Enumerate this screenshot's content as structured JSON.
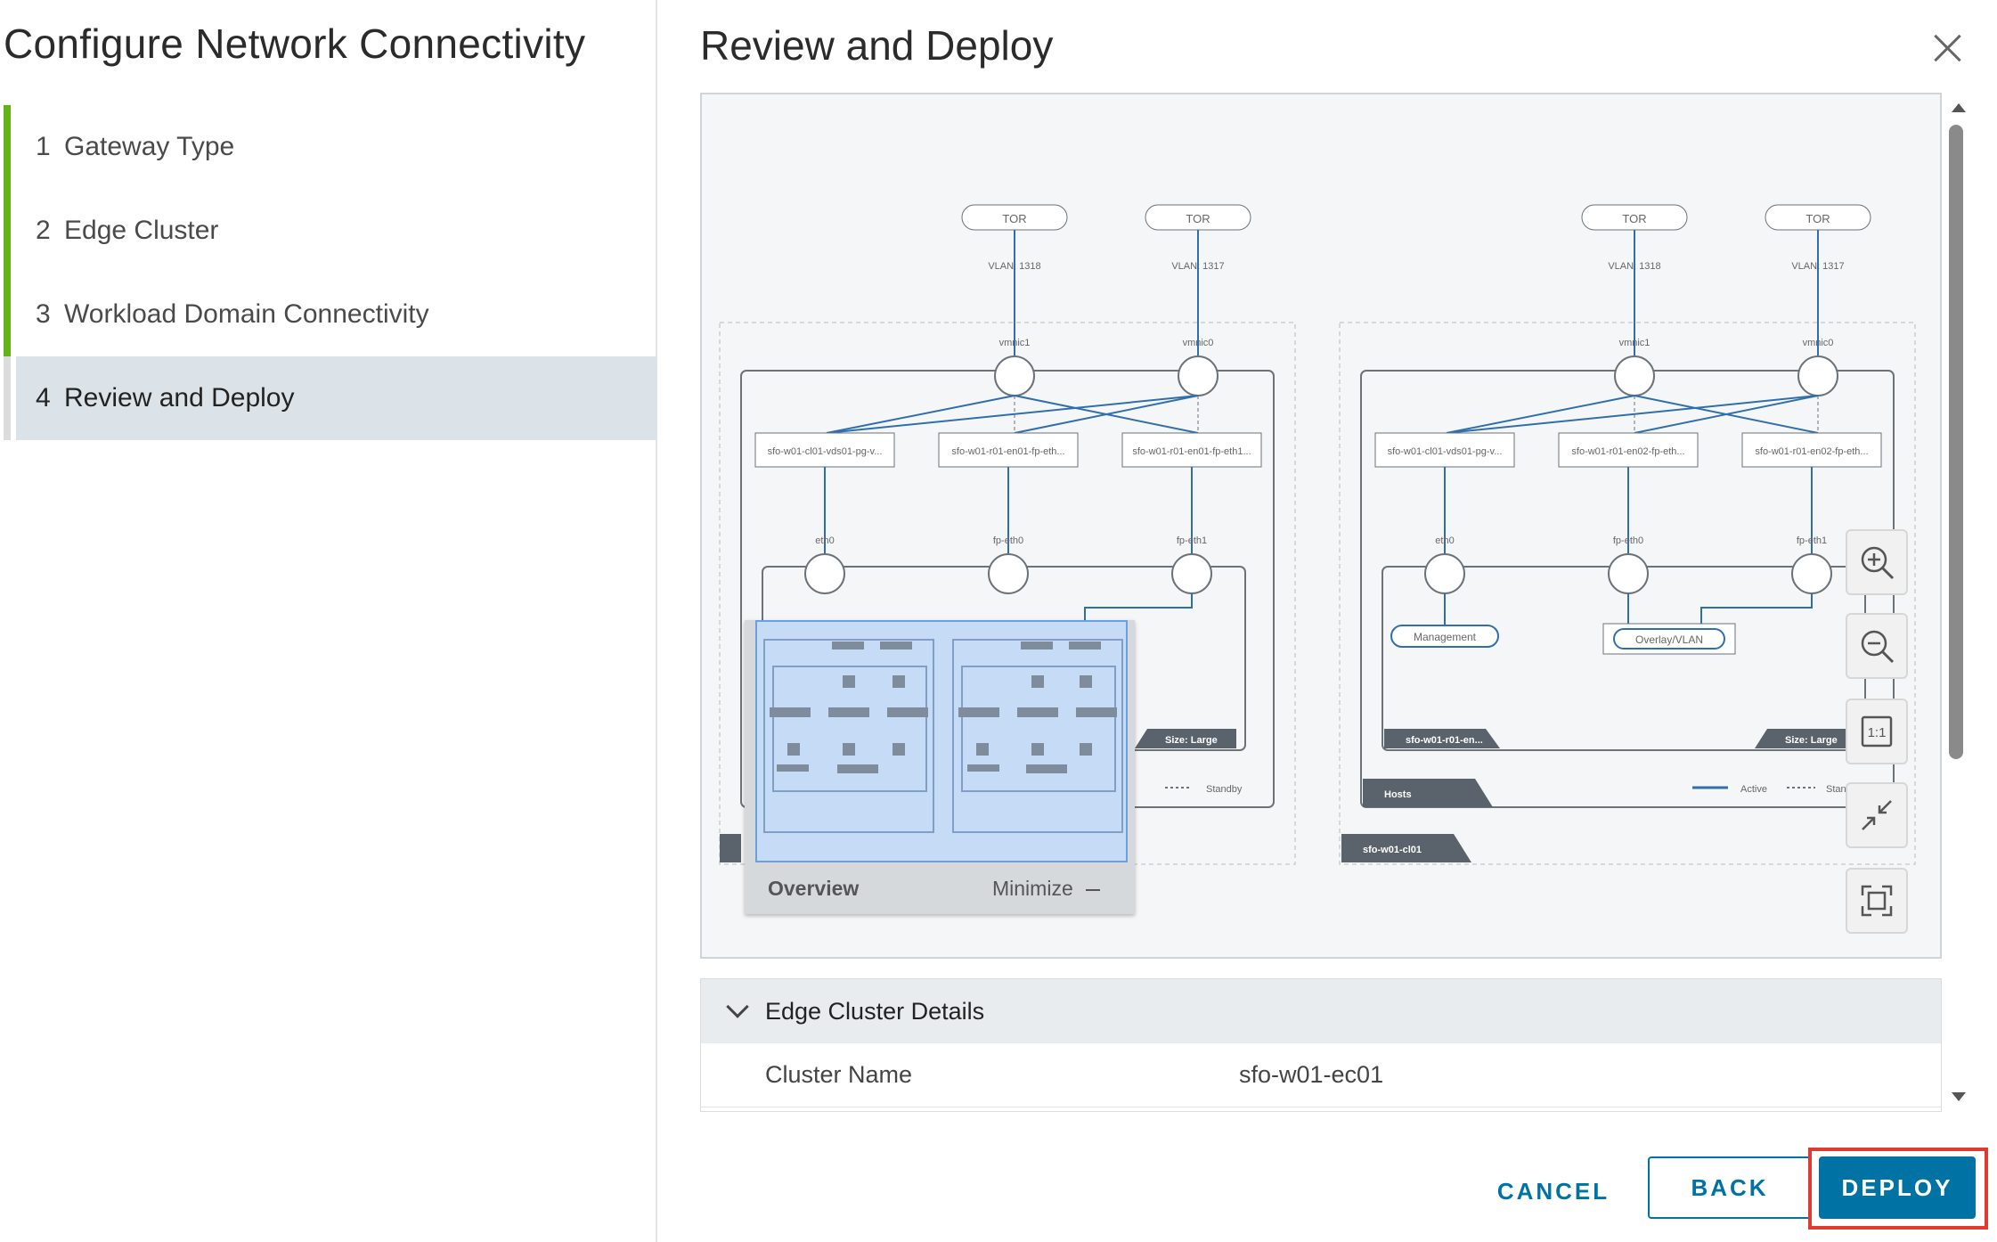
{
  "wizard": {
    "title": "Configure Network Connectivity",
    "steps": [
      {
        "num": "1",
        "label": "Gateway Type",
        "state": "completed"
      },
      {
        "num": "2",
        "label": "Edge Cluster",
        "state": "completed"
      },
      {
        "num": "3",
        "label": "Workload Domain Connectivity",
        "state": "completed"
      },
      {
        "num": "4",
        "label": "Review and Deploy",
        "state": "current"
      }
    ]
  },
  "review": {
    "title": "Review and Deploy",
    "close_icon": "close-icon"
  },
  "diagram": {
    "left": {
      "tor1": "TOR",
      "tor2": "TOR",
      "vlan1": "VLAN: 1318",
      "vlan2": "VLAN: 1317",
      "vmnic1": "vmnic1",
      "vmnic0": "vmnic0",
      "pg1": "sfo-w01-cl01-vds01-pg-v...",
      "pg2": "sfo-w01-r01-en01-fp-eth...",
      "pg3": "sfo-w01-r01-en01-fp-eth1...",
      "eth0": "eth0",
      "fpeth0": "fp-eth0",
      "fpeth1": "fp-eth1",
      "size": "Size: Large",
      "standby": "Standby"
    },
    "right": {
      "tor1": "TOR",
      "tor2": "TOR",
      "vlan1": "VLAN: 1318",
      "vlan2": "VLAN: 1317",
      "vmnic1": "vmnic1",
      "vmnic0": "vmnic0",
      "pg1": "sfo-w01-cl01-vds01-pg-v...",
      "pg2": "sfo-w01-r01-en02-fp-eth...",
      "pg3": "sfo-w01-r01-en02-fp-eth...",
      "eth0": "eth0",
      "fpeth0": "fp-eth0",
      "fpeth1": "fp-eth1",
      "mgmt": "Management",
      "overlay": "Overlay/VLAN",
      "edge_node": "sfo-w01-r01-en...",
      "size": "Size: Large",
      "hosts": "Hosts",
      "active": "Active",
      "standby": "Stand",
      "cluster": "sfo-w01-cl01"
    },
    "colors": {
      "link": "#2f6fae",
      "line": "#8a8f94",
      "dark": "#5a636b"
    }
  },
  "overview": {
    "label": "Overview",
    "minimize": "Minimize"
  },
  "controls": {
    "zoom_in": "zoom-in-icon",
    "zoom_out": "zoom-out-icon",
    "actual_size": "1:1",
    "collapse": "collapse-icon",
    "fit": "fit-to-screen-icon"
  },
  "details": {
    "section_title": "Edge Cluster Details",
    "rows": [
      {
        "key": "Cluster Name",
        "value": "sfo-w01-ec01"
      }
    ]
  },
  "footer": {
    "cancel": "CANCEL",
    "back": "BACK",
    "deploy": "DEPLOY"
  }
}
